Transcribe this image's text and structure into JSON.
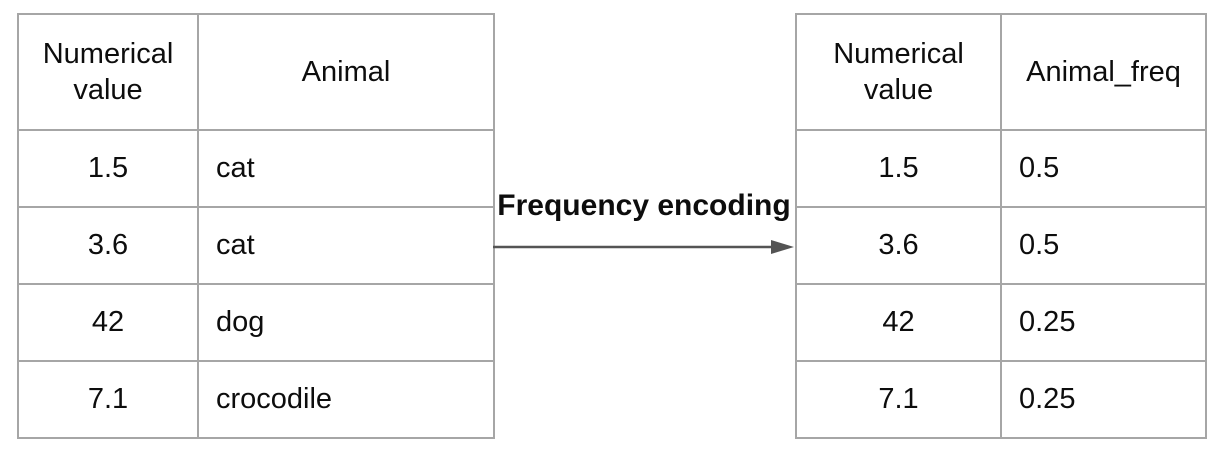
{
  "diagram": {
    "arrow_label": "Frequency encoding"
  },
  "left_table": {
    "columns": [
      "Numerical\nvalue",
      "Animal"
    ],
    "rows": [
      [
        "1.5",
        "cat"
      ],
      [
        "3.6",
        "cat"
      ],
      [
        "42",
        "dog"
      ],
      [
        "7.1",
        "crocodile"
      ]
    ]
  },
  "right_table": {
    "columns": [
      "Numerical\nvalue",
      "Animal_freq"
    ],
    "rows": [
      [
        "1.5",
        "0.5"
      ],
      [
        "3.6",
        "0.5"
      ],
      [
        "42",
        "0.25"
      ],
      [
        "7.1",
        "0.25"
      ]
    ]
  },
  "colors": {
    "background": "#ffffff",
    "table_border": "#a6a6a6",
    "text": "#0d0d0d",
    "arrow": "#545454"
  }
}
